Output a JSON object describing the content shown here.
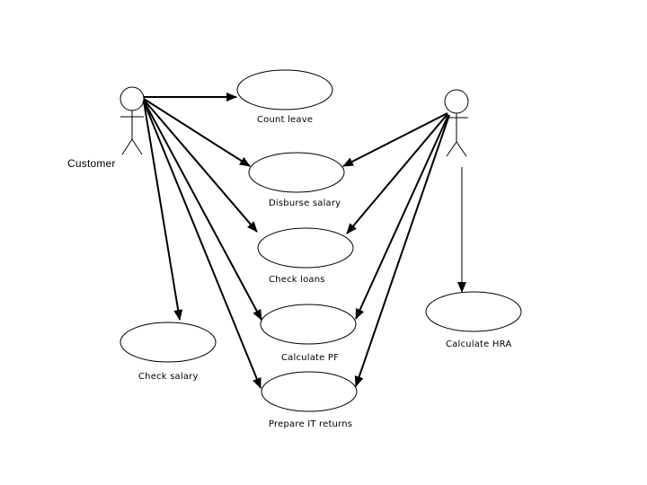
{
  "actors": {
    "customer": {
      "label": "Customer"
    },
    "admin": {
      "label": ""
    }
  },
  "use_cases": {
    "count_leave": "Count leave",
    "disburse_salary": "Disburse salary",
    "check_loans": "Check loans",
    "calculate_pf": "Calculate PF",
    "calculate_hra": "Calculate HRA",
    "check_salary": "Check salary",
    "prepare_it_returns": "Prepare IT returns"
  },
  "colors": {
    "line": "#000000",
    "fill": "#ffffff"
  }
}
